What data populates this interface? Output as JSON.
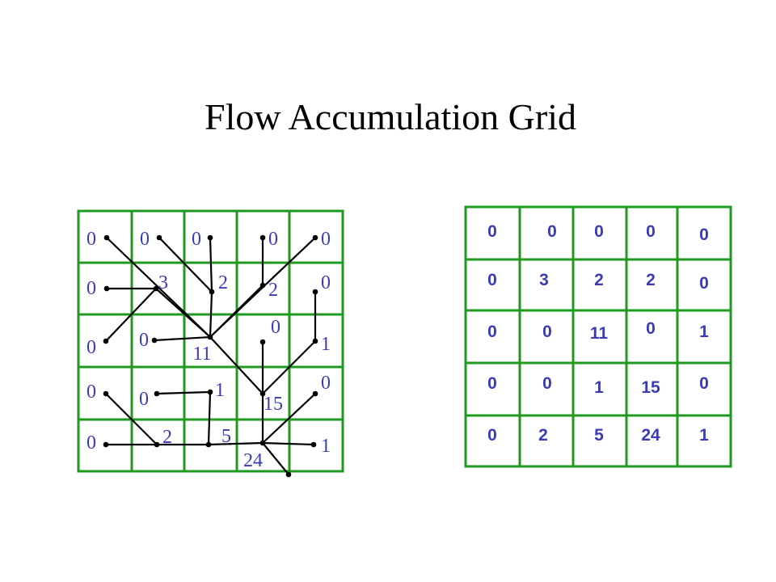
{
  "title": "Flow Accumulation Grid",
  "colors": {
    "grid": "#1f9a1f",
    "label": "#3b3bb8",
    "line": "#000000"
  },
  "left_grid": {
    "rows": 5,
    "cols": 5,
    "labels": [
      [
        "0",
        "0",
        "0",
        "0",
        "0"
      ],
      [
        "0",
        "3",
        "2",
        "2",
        "0"
      ],
      [
        "0",
        "0",
        "11",
        "0",
        "1"
      ],
      [
        "0",
        "0",
        "1",
        "15",
        "0"
      ],
      [
        "0",
        "2",
        "5",
        "24",
        "1"
      ]
    ],
    "description": "flow direction network with accumulation values"
  },
  "right_grid": {
    "rows": 5,
    "cols": 5,
    "values": [
      [
        "0",
        "0",
        "0",
        "0",
        "0"
      ],
      [
        "0",
        "3",
        "2",
        "2",
        "0"
      ],
      [
        "0",
        "0",
        "11",
        "0",
        "1"
      ],
      [
        "0",
        "0",
        "1",
        "15",
        "0"
      ],
      [
        "0",
        "2",
        "5",
        "24",
        "1"
      ]
    ]
  }
}
